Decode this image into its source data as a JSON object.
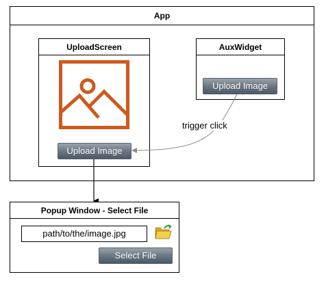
{
  "app": {
    "title": "App"
  },
  "upload_screen": {
    "title": "UploadScreen",
    "image_icon": "image-placeholder-icon",
    "button_label": "Upload Image"
  },
  "aux_widget": {
    "title": "AuxWidget",
    "button_label": "Upload Image"
  },
  "edge": {
    "label": "trigger click"
  },
  "popup": {
    "title": "Popup Window - Select File",
    "file_path": "path/to/the/image.jpg",
    "folder_icon": "folder-icon",
    "button_label": "Select File"
  },
  "colors": {
    "image_icon": "#cc5a1e",
    "folder": "#e8c23a",
    "folder_arrow": "#3aa53a",
    "connector_curve": "#8c8c8c",
    "button_top": "#9aa3ab",
    "button_bottom": "#4a5966"
  }
}
